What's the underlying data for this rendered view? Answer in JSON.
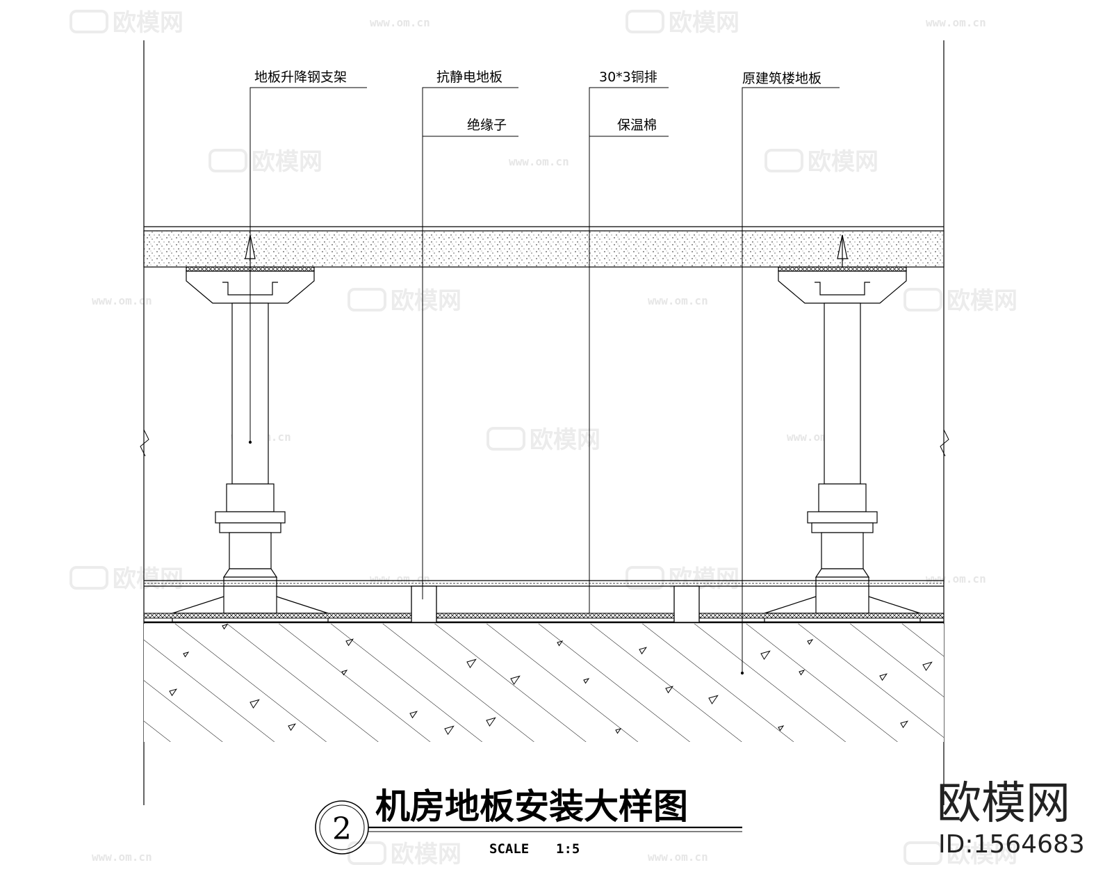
{
  "callouts": [
    {
      "id": "support",
      "label": "地板升降钢支架"
    },
    {
      "id": "antistatic",
      "label": "抗静电地板"
    },
    {
      "id": "insulator",
      "label": "绝缘子"
    },
    {
      "id": "copperbar",
      "label": "30*3铜排"
    },
    {
      "id": "insulation",
      "label": "保温棉"
    },
    {
      "id": "original",
      "label": "原建筑楼地板"
    }
  ],
  "title": {
    "number": "2",
    "text": "机房地板安装大样图",
    "scale_label": "SCALE",
    "scale_value": "1:5"
  },
  "watermark": {
    "brand": "欧模网",
    "url": "www.om.cn",
    "url_short": "om.cn",
    "id_text": "ID:1564683"
  }
}
